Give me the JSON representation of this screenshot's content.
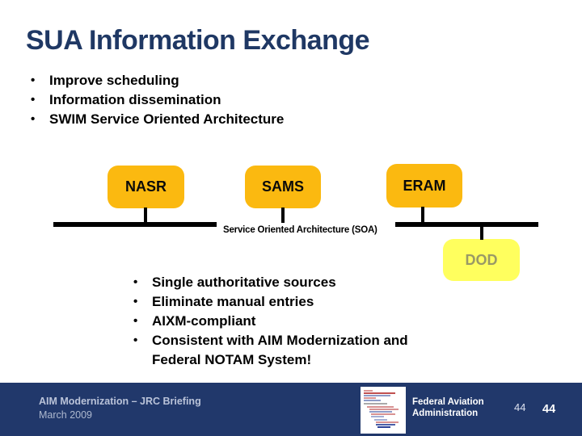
{
  "slide": {
    "title": "SUA Information Exchange",
    "top_bullets": [
      "Improve scheduling",
      "Information dissemination",
      "SWIM Service Oriented Architecture"
    ],
    "diagram": {
      "nodes": [
        {
          "id": "nasr",
          "label": "NASR"
        },
        {
          "id": "sams",
          "label": "SAMS"
        },
        {
          "id": "eram",
          "label": "ERAM"
        },
        {
          "id": "dod",
          "label": "DOD"
        }
      ],
      "bus_label": "Service Oriented Architecture (SOA)"
    },
    "bottom_bullets": [
      "Single authoritative sources",
      "Eliminate manual entries",
      "AIXM-compliant",
      "Consistent with AIM Modernization and Federal NOTAM System!"
    ],
    "footer": {
      "briefing_title": "AIM Modernization – JRC Briefing",
      "date": "March 2009",
      "agency_line1": "Federal Aviation",
      "agency_line2": "Administration",
      "page_number": "44",
      "page_number_bold": "44"
    },
    "colors": {
      "title_navy": "#1F3864",
      "node_gold": "#FBB910",
      "dod_yellow": "#FFFF5E",
      "dod_text": "#999966",
      "footer_navy": "#21386B",
      "bus_black": "#000000"
    }
  }
}
